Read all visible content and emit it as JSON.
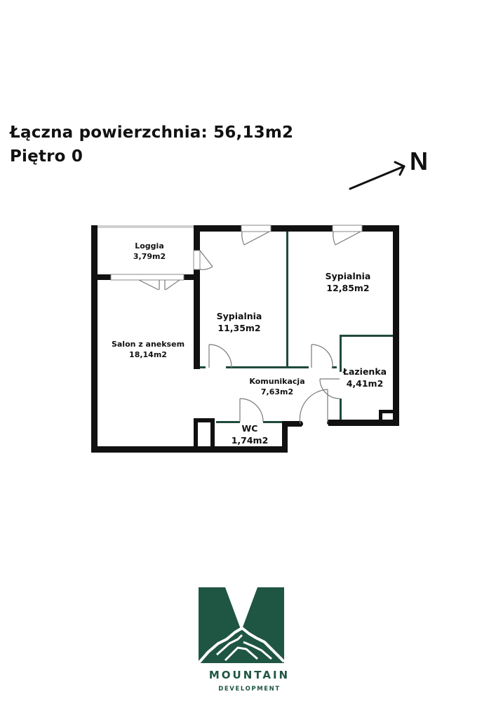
{
  "header": {
    "total_area_label": "Łączna powierzchnia: 56,13m2",
    "floor_label": "Piętro 0"
  },
  "compass": {
    "label": "N",
    "icon": "north-arrow-icon"
  },
  "rooms": [
    {
      "name": "Loggia",
      "area": "3,79m2"
    },
    {
      "name": "Salon z aneksem",
      "area": "18,14m2"
    },
    {
      "name": "Sypialnia",
      "area": "11,35m2"
    },
    {
      "name": "Sypialnia",
      "area": "12,85m2"
    },
    {
      "name": "Komunikacja",
      "area": "7,63m2"
    },
    {
      "name": "Łazienka",
      "area": "4,41m2"
    },
    {
      "name": "WC",
      "area": "1,74m2"
    }
  ],
  "logo": {
    "name": "MOUNTAIN",
    "subtitle": "DEVELOPMENT",
    "color": "#1f5543"
  },
  "colors": {
    "wall": "#111111",
    "partition": "#1f4a3c",
    "door": "#9a9a9a"
  }
}
